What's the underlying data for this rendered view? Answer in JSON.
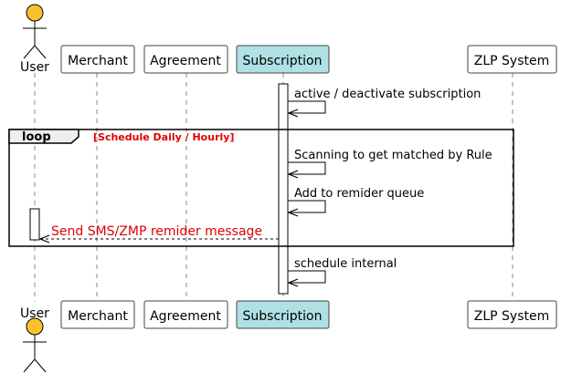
{
  "participants": [
    {
      "id": "user",
      "label": "User",
      "kind": "actor"
    },
    {
      "id": "merchant",
      "label": "Merchant",
      "kind": "box"
    },
    {
      "id": "agreement",
      "label": "Agreement",
      "kind": "box"
    },
    {
      "id": "subscription",
      "label": "Subscription",
      "kind": "box-highlight"
    },
    {
      "id": "zlp",
      "label": "ZLP System",
      "kind": "box"
    }
  ],
  "colors": {
    "actor_fill": "#FBC12D",
    "highlight_fill": "#AEE0E4",
    "box_fill": "#FFFFFF",
    "loop_header_fill": "#EEEEEE",
    "red_text": "#E00000",
    "line": "#000000",
    "lifeline": "#888888"
  },
  "loop": {
    "keyword": "loop",
    "condition": "[Schedule Daily / Hourly]"
  },
  "messages": [
    {
      "id": "msg-activate",
      "text": "active / deactivate subscription",
      "from": "subscription",
      "to": "subscription",
      "style": "self"
    },
    {
      "id": "msg-scan",
      "text": "Scanning to get matched by Rule",
      "from": "subscription",
      "to": "subscription",
      "style": "self"
    },
    {
      "id": "msg-queue",
      "text": "Add to remider queue",
      "from": "subscription",
      "to": "subscription",
      "style": "self"
    },
    {
      "id": "msg-send",
      "text": "Send SMS/ZMP remider message",
      "from": "subscription",
      "to": "user",
      "style": "dashed-return",
      "color": "red"
    },
    {
      "id": "msg-internal",
      "text": "schedule internal",
      "from": "subscription",
      "to": "subscription",
      "style": "self"
    }
  ]
}
